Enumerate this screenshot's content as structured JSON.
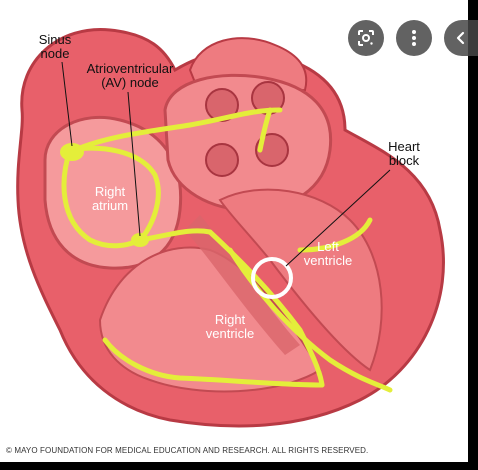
{
  "labels": {
    "sinus_node": [
      "Sinus",
      "node"
    ],
    "av_node": [
      "Atrioventricular",
      "(AV) node"
    ],
    "right_atrium": [
      "Right",
      "atrium"
    ],
    "heart_block": [
      "Heart",
      "block"
    ],
    "left_ventricle": [
      "Left",
      "ventricle"
    ],
    "right_ventricle": [
      "Right",
      "ventricle"
    ]
  },
  "copyright": "© MAYO FOUNDATION FOR MEDICAL EDUCATION AND RESEARCH. ALL RIGHTS RESERVED.",
  "toolbar": {
    "lens_icon": "lens-icon",
    "more_icon": "more-vertical-icon",
    "back_icon": "chevron-left-icon"
  },
  "colors": {
    "heart_outer": "#e8606a",
    "heart_inner": "#f28a8e",
    "heart_dark": "#b83a44",
    "conduction": "#e4ee3a",
    "button_bg": "#464646"
  }
}
